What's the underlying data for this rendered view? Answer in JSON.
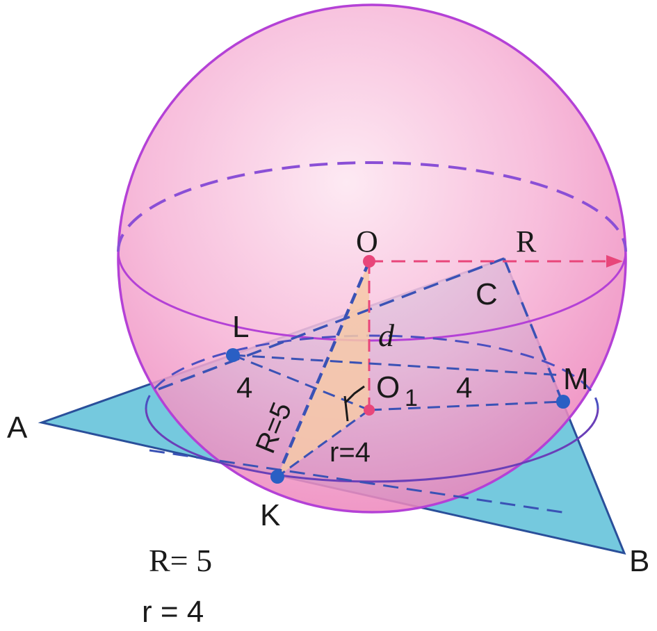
{
  "points": {
    "O": "O",
    "R": "R",
    "C": "C",
    "L": "L",
    "d": "d",
    "O1": "O",
    "O1_sub": "1",
    "M": "M",
    "A": "A",
    "K": "K",
    "B": "B"
  },
  "measures": {
    "left_tangent": "4",
    "right_tangent": "4",
    "big_radius": "R=5",
    "small_radius": "r=4"
  },
  "given": {
    "big_radius": "R= 5",
    "small_radius": "r = 4"
  },
  "colors": {
    "sphere_outline": "#b441d6",
    "sphere_fill": "#f2a6d0",
    "triangle_fill": "#6ec6dc",
    "triangle_stroke": "#2a4f9a",
    "dashed_blue": "#3a52b5",
    "radius_red": "#e8467a",
    "right_triangle_fill": "#f6c9a8",
    "point": "#2a5fc4"
  }
}
